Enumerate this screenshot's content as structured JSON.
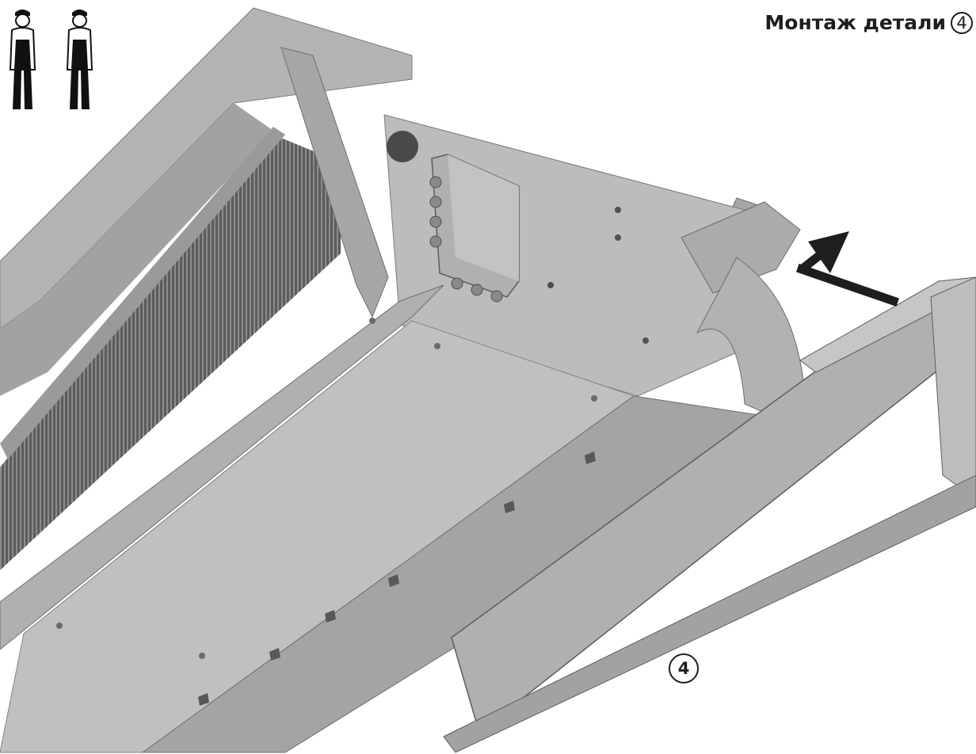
{
  "header": {
    "title": "Монтаж детали",
    "part_number": "4"
  },
  "callouts": [
    {
      "label": "4"
    }
  ],
  "pictogram": {
    "icon": "two-workers-icon",
    "worker_count": 2
  },
  "arrow": {
    "icon": "install-direction-arrow-icon"
  },
  "colors": {
    "metal": "#a9a9a9",
    "ink": "#1e1e1e",
    "background": "#ffffff"
  }
}
